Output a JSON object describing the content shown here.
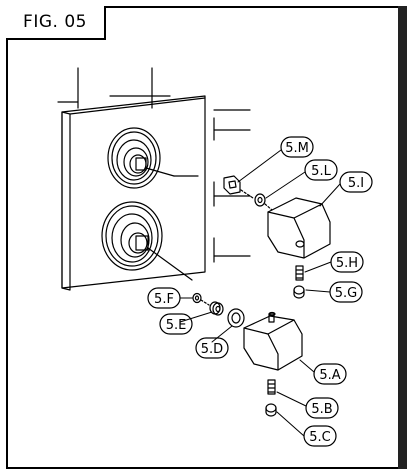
{
  "figure": {
    "label": "FIG. 05"
  },
  "callouts": {
    "m": "5.M",
    "l": "5.L",
    "i": "5.I",
    "h": "5.H",
    "g": "5.G",
    "f": "5.F",
    "e": "5.E",
    "d": "5.D",
    "a": "5.A",
    "b": "5.B",
    "c": "5.C"
  },
  "colors": {
    "ink": "#000000",
    "frame_bar": "#222222",
    "paper": "#ffffff"
  }
}
